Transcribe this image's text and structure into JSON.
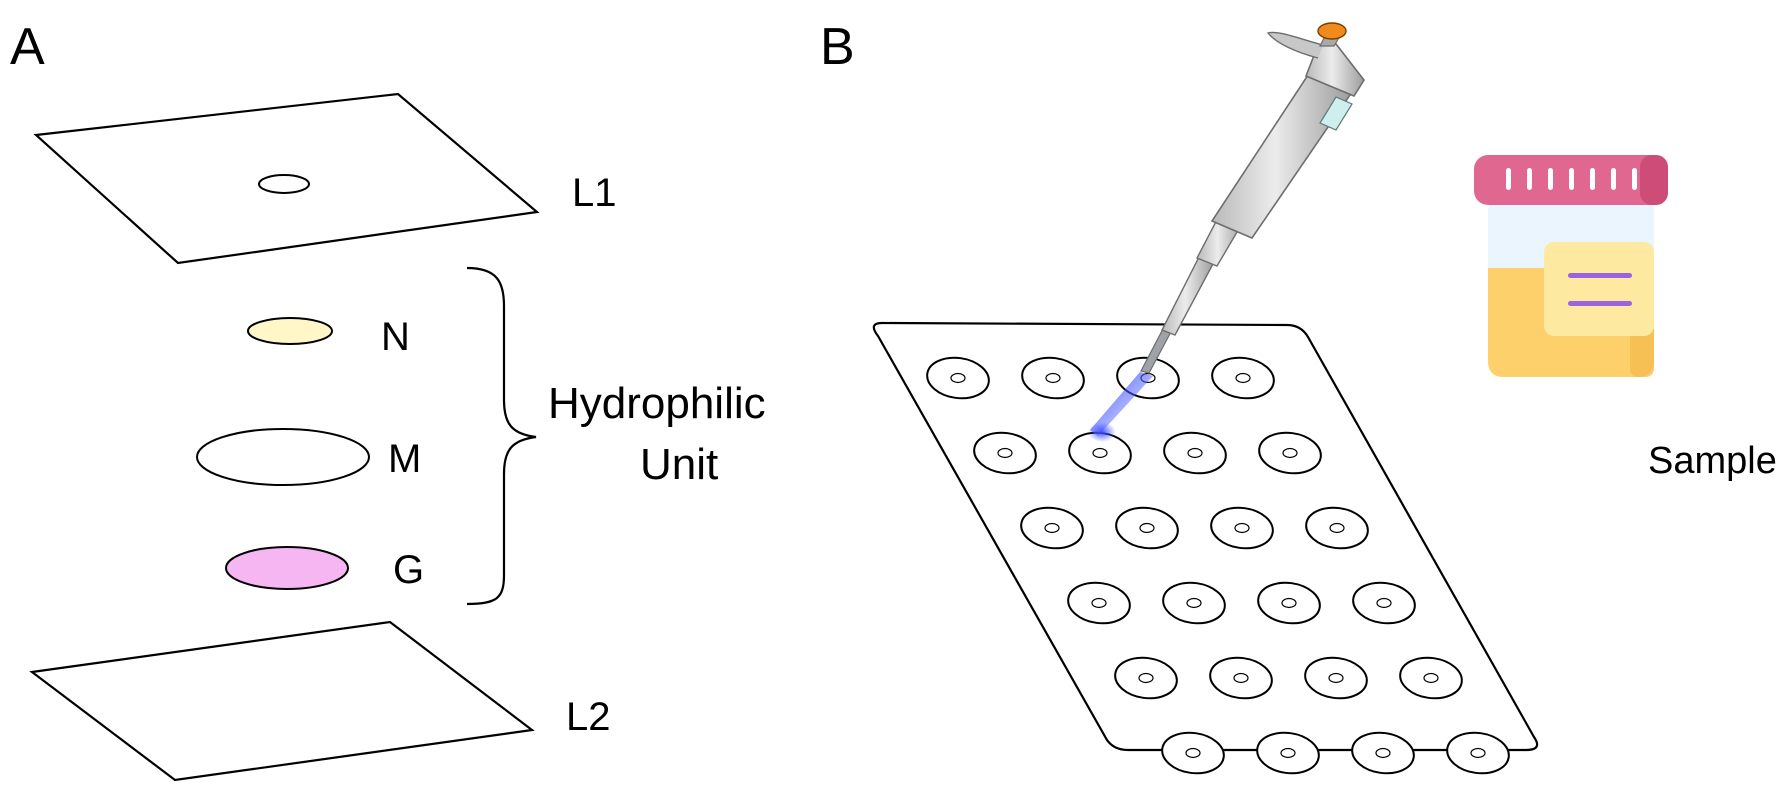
{
  "panels": {
    "a": {
      "letter": "A"
    },
    "b": {
      "letter": "B"
    }
  },
  "layers": {
    "top": "L1",
    "bottom": "L2"
  },
  "hydrophilic_unit": {
    "label_line1": "Hydrophilic",
    "label_line2": "Unit",
    "discs": [
      {
        "label": "N",
        "fill": "#fff7c8",
        "icon": "yellow-disc"
      },
      {
        "label": "M",
        "fill": "#ffffff",
        "icon": "white-disc"
      },
      {
        "label": "G",
        "fill": "#f5b6f2",
        "icon": "pink-disc"
      }
    ]
  },
  "device": {
    "rows": 6,
    "columns": 4,
    "icon": "paper-device-array"
  },
  "pipette": {
    "icon": "pipette-icon",
    "drop_color": "#4a5cff",
    "button_color": "#f08a1c"
  },
  "sample": {
    "label": "Sample",
    "icon": "sample-cup-icon",
    "lid_color": "#e0678f",
    "liquid_color": "#fdd06b",
    "label_color": "#fdeaa0",
    "line_color": "#9a63e0"
  }
}
